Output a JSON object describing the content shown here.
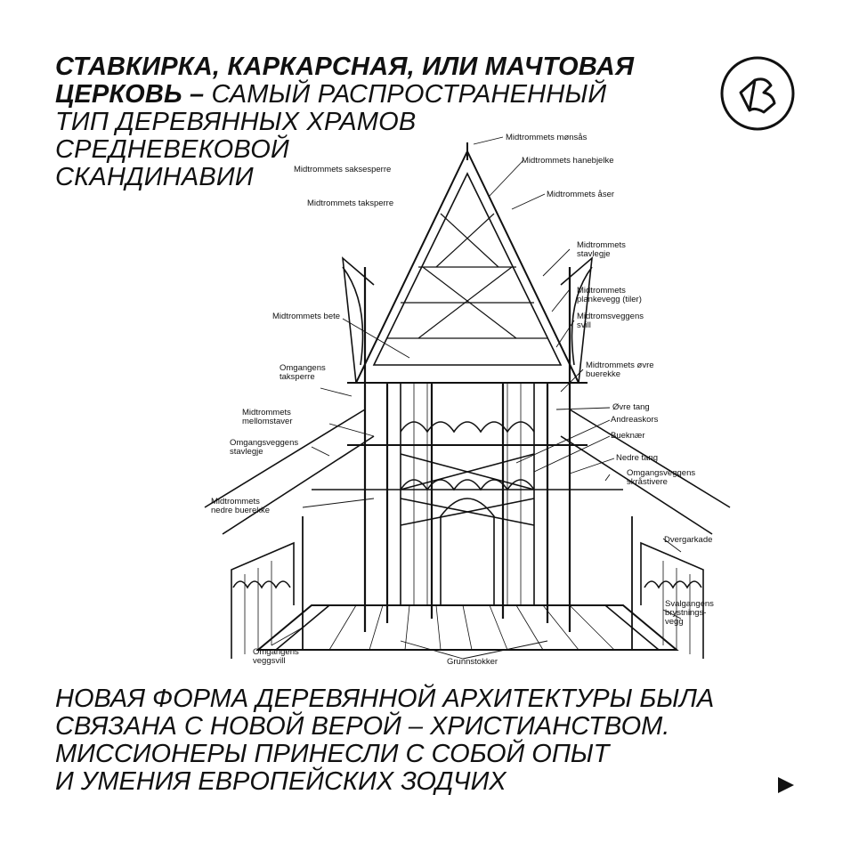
{
  "heading": {
    "bold_lines": [
      "СТАВКИРКА, КАРКАРСНАЯ, ИЛИ МАЧТОВАЯ",
      "ЦЕРКОВЬ –"
    ],
    "light_first": " САМЫЙ РАСПРОСТРАНЕННЫЙ",
    "light_lines": [
      "ТИП ДЕРЕВЯННЫХ ХРАМОВ",
      "СРЕДНЕВЕКОВОЙ",
      "СКАНДИНАВИИ"
    ]
  },
  "logo_icon": "book-circle-icon",
  "diagram": {
    "labels": {
      "monsas": "Midtrommets mønsås",
      "hanebjelke": "Midtrommets hanebjelke",
      "saksesperre": "Midtrommets saksesperre",
      "taksperre": "Midtrommets taksperre",
      "aser": "Midtrommets åser",
      "stavlegje_1": "Midtrommets",
      "stavlegje_2": "stavlegje",
      "plankevegg_1": "Midtrommets",
      "plankevegg_2": "plankevegg (tiler)",
      "sveggens_1": "Midtromsveggens",
      "sveggens_2": "svill",
      "bete": "Midtrommets bete",
      "ovre_buerekke_1": "Midtrommets øvre",
      "ovre_buerekke_2": "buerekke",
      "omg_taksperre_1": "Omgangens",
      "omg_taksperre_2": "taksperre",
      "ovre_tang": "Øvre tang",
      "mellomstaver_1": "Midtrommets",
      "mellomstaver_2": "mellomstaver",
      "andreaskors": "Andreaskors",
      "omg_stavlegje_1": "Omgangsveggens",
      "omg_stavlegje_2": "stavlegje",
      "bueknaer": "Bueknær",
      "nedre_tang": "Nedre tang",
      "skrastivere_1": "Omgangsveggens",
      "skrastivere_2": "skråstivere",
      "nedre_buerekke_1": "Midtrommets",
      "nedre_buerekke_2": "nedre buerekke",
      "dvergarkade": "Dvergarkade",
      "svalgangens_1": "Svalgangens",
      "svalgangens_2": "brystnings-",
      "svalgangens_3": "vegg",
      "omg_veggsvill_1": "Omgangens",
      "omg_veggsvill_2": "veggsvill",
      "grunnstokker": "Grunnstokker"
    }
  },
  "body": {
    "lines": [
      "НОВАЯ ФОРМА ДЕРЕВЯННОЙ АРХИТЕКТУРЫ БЫЛА",
      "СВЯЗАНА С НОВОЙ ВЕРОЙ – ХРИСТИАНСТВОМ.",
      "МИССИОНЕРЫ ПРИНЕСЛИ С СОБОЙ ОПЫТ",
      "И УМЕНИЯ ЕВРОПЕЙСКИХ ЗОДЧИХ"
    ]
  },
  "next_icon": "play-arrow-icon"
}
